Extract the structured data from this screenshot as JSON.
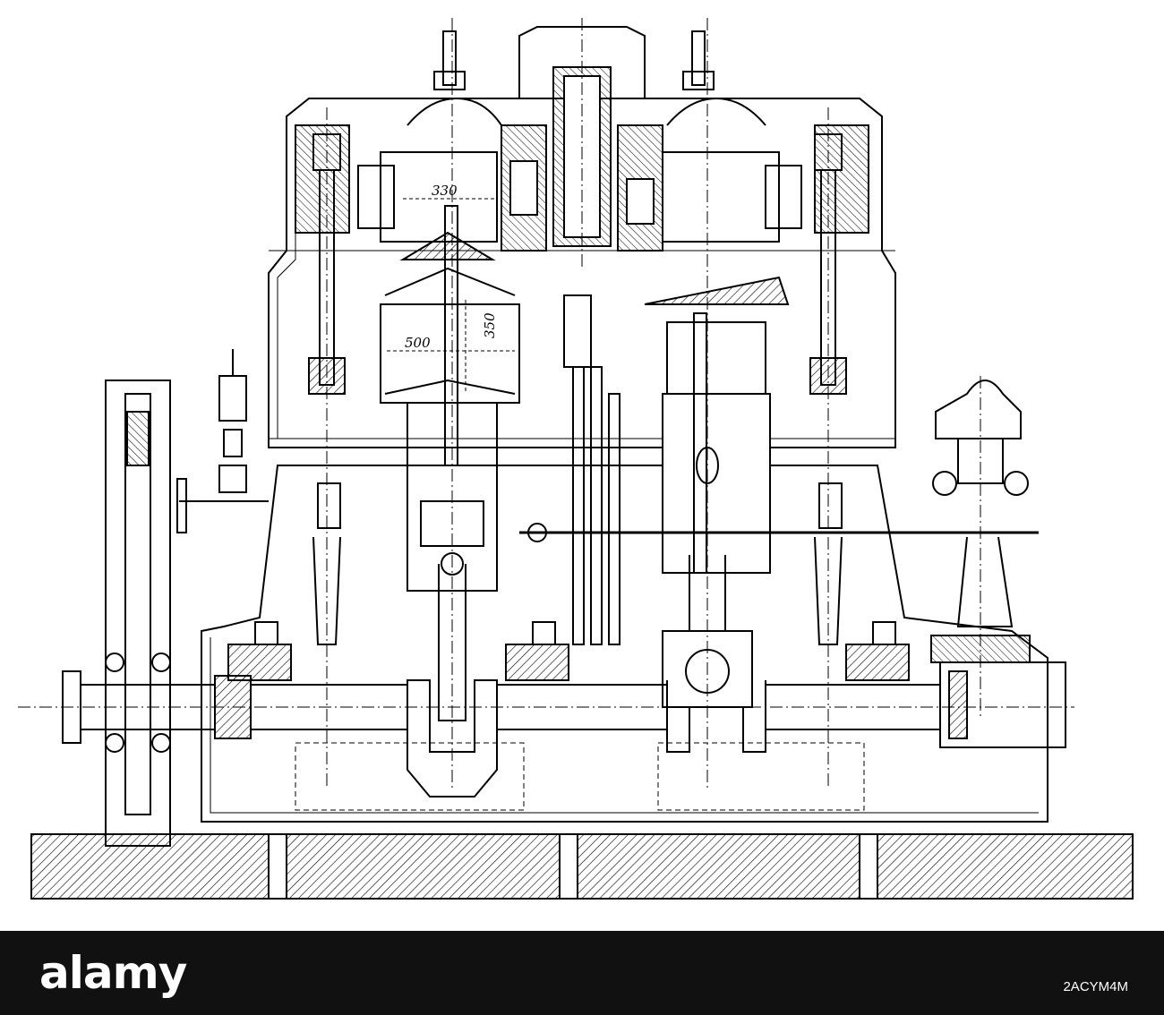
{
  "drawing": {
    "dimension_labels": {
      "upper_bore": "330",
      "lower_bore": "500",
      "stroke": "350"
    }
  },
  "watermark": {
    "brand": "alamy",
    "image_id": "2ACYM4M"
  }
}
